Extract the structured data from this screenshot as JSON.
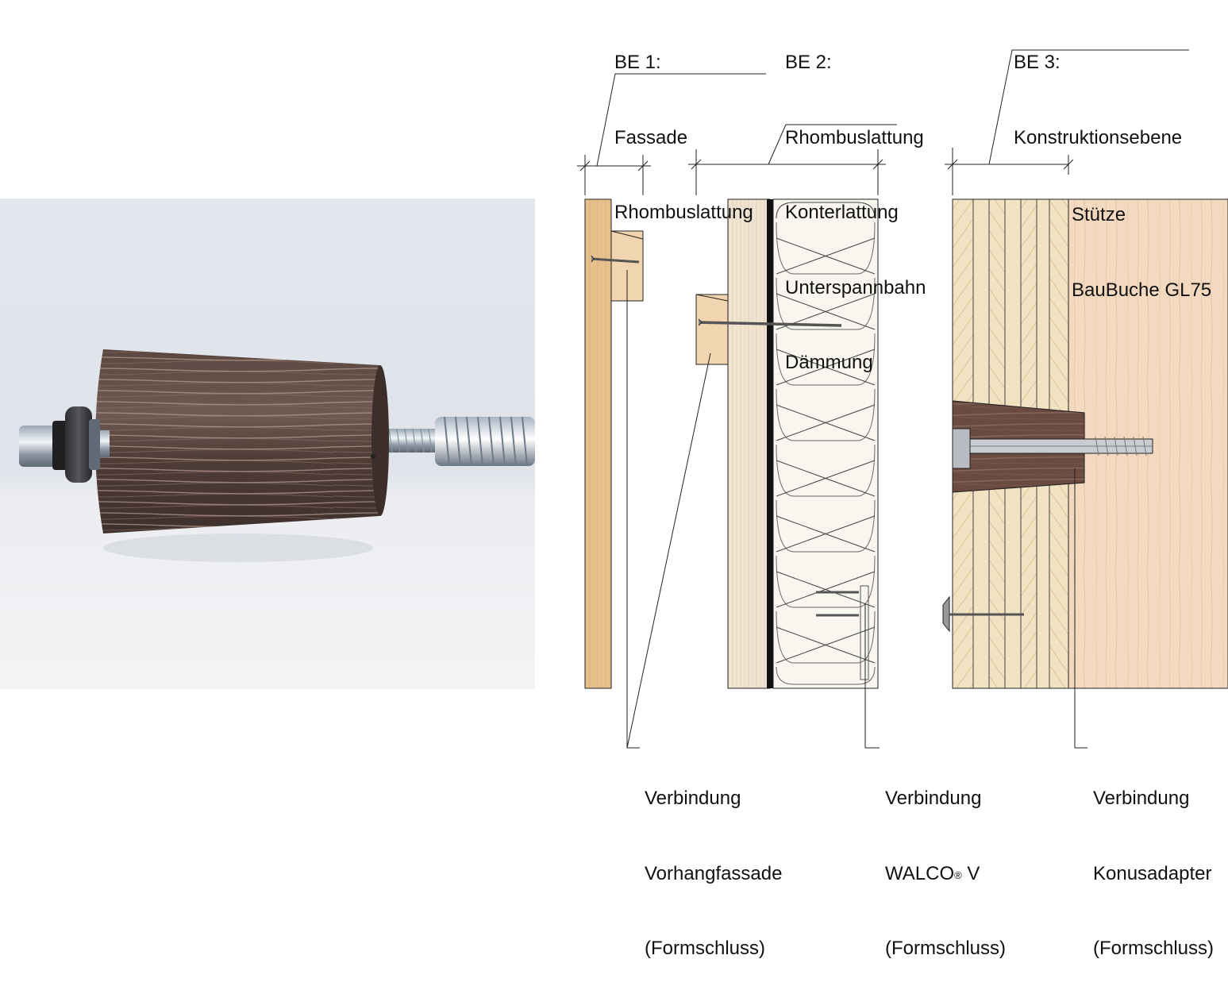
{
  "layers": [
    {
      "id": "be1",
      "title": "BE 1:",
      "lines": [
        "Fassade",
        "Rhombuslattung"
      ]
    },
    {
      "id": "be2",
      "title": "BE 2:",
      "lines": [
        "Rhombuslattung",
        "Konterlattung",
        "Unterspannbahn",
        "Dämmung"
      ]
    },
    {
      "id": "be3",
      "title": "BE 3:",
      "lines": [
        "Konstruktionsebene"
      ]
    }
  ],
  "column": {
    "lines": [
      "Stütze",
      "BauBuche GL75"
    ]
  },
  "connections": [
    {
      "id": "vorhang",
      "lines": [
        "Verbindung",
        "Vorhangfassade",
        "(Formschluss)"
      ]
    },
    {
      "id": "walco",
      "line1": "Verbindung",
      "brand": "WALCO",
      "mark": "®",
      "suffix": " V",
      "line3": "(Formschluss)"
    },
    {
      "id": "konus",
      "lines": [
        "Verbindung",
        "Konusadapter",
        "(Formschluss)"
      ]
    }
  ],
  "colors": {
    "photo_bg": "#e6e9ee",
    "wood_dark": "#4a3a36",
    "larch": "#e8c08a",
    "spruce": "#f1e4d2",
    "insulation": "#f8f6ef",
    "beech": "#f2d9bf",
    "clt": "#f1e2c2"
  }
}
